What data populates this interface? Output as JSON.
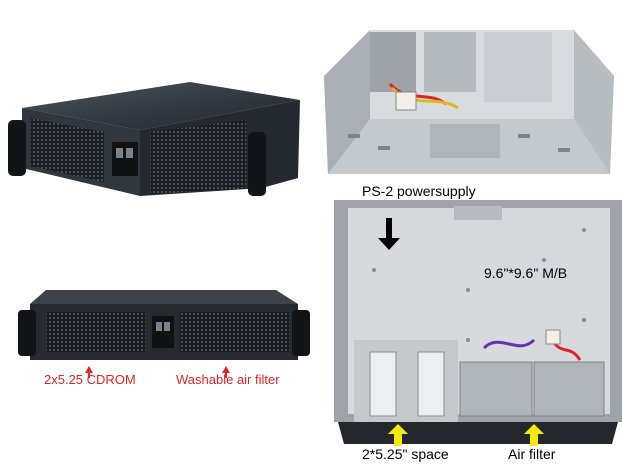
{
  "labels": {
    "cdrom": "2x5.25 CDROM",
    "air_filter_front": "Washable air filter",
    "powersupply": "PS-2 powersupply",
    "motherboard": "9.6\"*9.6\" M/B",
    "space": "2*5.25\" space",
    "air_filter_inside": "Air filter"
  },
  "colors": {
    "annotation_red": "#d8262b",
    "annotation_yellow": "#f4ea10",
    "chassis_dark": "#2b3138",
    "chassis_steel": "#c9cdd1"
  }
}
